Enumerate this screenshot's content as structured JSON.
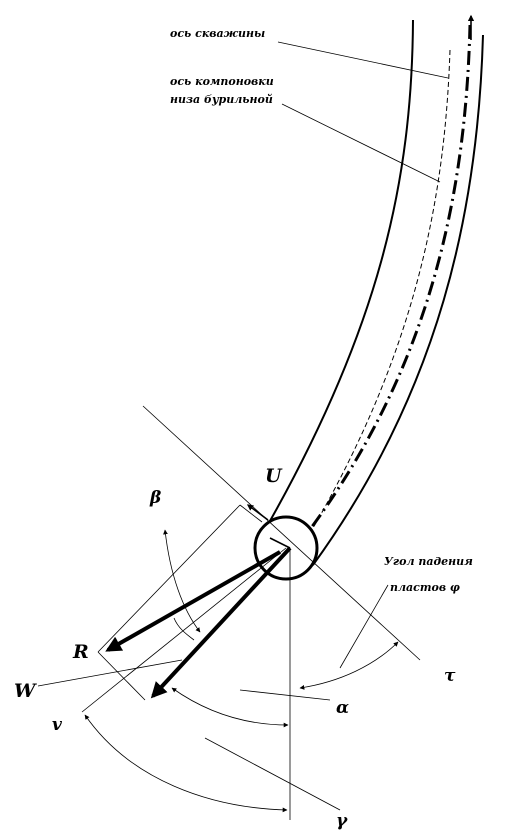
{
  "labels": {
    "well_axis": "ось скважины",
    "bha_axis_line1": "ось компоновки",
    "bha_axis_line2": "низа бурильной",
    "dip_angle_line1": "Угол падения",
    "dip_angle_line2": "пластов φ",
    "U": "U",
    "beta": "β",
    "R": "R",
    "W": "W",
    "v": "v",
    "tau": "τ",
    "alpha": "α",
    "gamma": "γ"
  }
}
